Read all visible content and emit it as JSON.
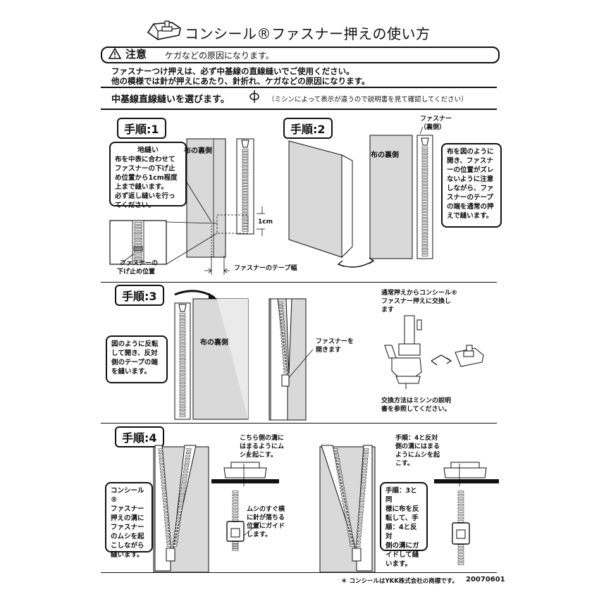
{
  "header": {
    "title": "コンシール®ファスナー押えの使い方",
    "caution_label": "注意",
    "caution_text": "ケガなどの原因になります。",
    "note_line1": "ファスナーつけ押えは、必ず中基線の直線縫いでご使用ください。",
    "note_line2": "他の模様では針が押えにあたり、針折れ、ケガなどの原因になります。",
    "select_text": "中基線直線縫いを選びます。",
    "select_note": "（ミシンによって表示が違うので説明書を見て確認してください）"
  },
  "step1": {
    "tag": "手順:1",
    "callout_title": "地縫い",
    "callout_lines": [
      "布を中表に合わせて",
      "ファスナーの下げ止",
      "め位置から1cm程度",
      "上まで縫います。",
      "必ず返し縫いを行っ",
      "てください。"
    ],
    "fabric_label": "布の裏側",
    "measure_label": "1cm",
    "stop_label_1": "ファスナーの",
    "stop_label_2": "下げ止め位置",
    "tape_label": "ファスナーのテープ幅"
  },
  "step2": {
    "tag": "手順:2",
    "zip_label_1": "ファスナー",
    "zip_label_2": "（裏側）",
    "fabric_label": "布の裏側",
    "callout_lines": [
      "布を図のように",
      "開き、ファスナ",
      "ーの位置がズレ",
      "ないように注意",
      "しながら、ファ",
      "スナーのテープ",
      "の端を通常の押",
      "えで縫います。"
    ]
  },
  "step3": {
    "tag": "手順:3",
    "callout_lines": [
      "図のように反転",
      "して開き、反対",
      "側のテープの端",
      "を縫います。"
    ],
    "fabric_label": "布の裏側",
    "open_label_1": "ファスナーを",
    "open_label_2": "開きます",
    "swap_lines": [
      "通常押えからコンシール®",
      "ファスナー押えに交換し",
      "ます"
    ],
    "method_lines": [
      "交換方法はミシンの説明",
      "書を参照してください。"
    ]
  },
  "step4": {
    "tag": "手順:4",
    "left_callout_lines": [
      "コンシール®",
      "ファスナー",
      "押えの溝に",
      "ファスナー",
      "のムシを起",
      "こしながら",
      "縫います。"
    ],
    "groove_lines": [
      "こちら側の溝に",
      "はまるようにム",
      "シを起こす。"
    ],
    "guide_lines": [
      "ムシのすぐ横",
      "に針が落ちる",
      "位置にガイド",
      "します。"
    ],
    "right_top_lines": [
      "手順：4と反対",
      "側の溝にはまる",
      "ようにムシを起",
      "こす。"
    ],
    "right_callout_lines": [
      "手順：3と同",
      "様に布を反",
      "転して、手",
      "順：4と反対",
      "側の溝にガ",
      "イドして縫",
      "います。"
    ]
  },
  "footer": {
    "note": "＊ コンシールはYKK株式会社の商標です。",
    "date": "20070601"
  }
}
